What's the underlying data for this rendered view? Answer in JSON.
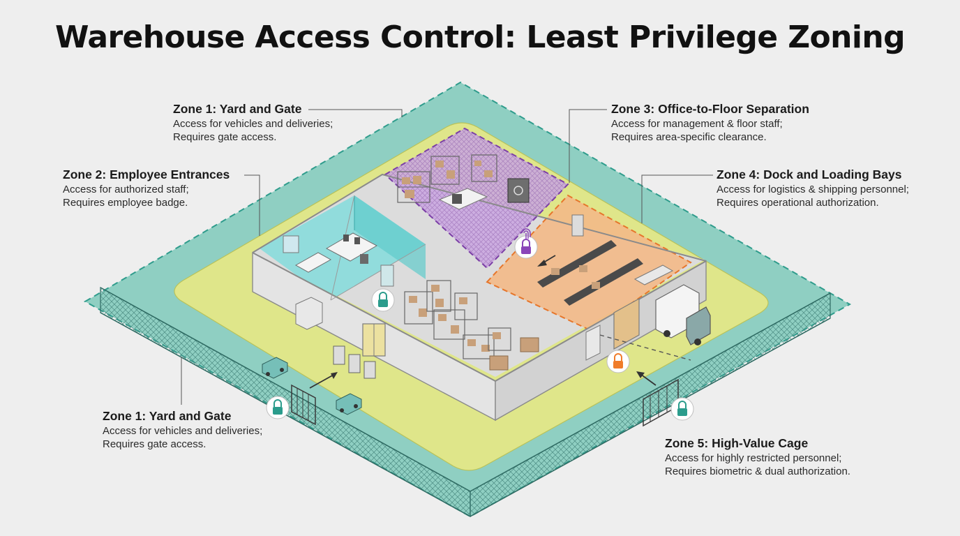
{
  "title": "Warehouse Access Control: Least Privilege Zoning",
  "colors": {
    "perimeter": "#8fcfc2",
    "perimeter_dash": "#2f9c8c",
    "yard": "#dfe68a",
    "employee_zone": "#78dcdc",
    "office_zone": "#c9a5e0",
    "office_dash": "#7b3fa6",
    "dock_zone": "#f3b987",
    "dock_dash": "#e6762b",
    "lock_teal": "#2b9c8c",
    "lock_orange": "#f07c2a",
    "lock_purple": "#8a45b8"
  },
  "zones": [
    {
      "key": "zone1_top",
      "heading": "Zone 1: Yard and Gate",
      "line1": "Access for vehicles and deliveries;",
      "line2": "Requires gate access."
    },
    {
      "key": "zone2",
      "heading": "Zone 2: Employee Entrances",
      "line1": "Access for authorized staff;",
      "line2": "Requires employee badge."
    },
    {
      "key": "zone3",
      "heading": "Zone 3: Office-to-Floor Separation",
      "line1": "Access for management & floor staff;",
      "line2": "Requires area-specific clearance."
    },
    {
      "key": "zone4",
      "heading": "Zone 4: Dock and Loading Bays",
      "line1": "Access for logistics & shipping personnel;",
      "line2": "Requires operational authorization."
    },
    {
      "key": "zone1_bottom",
      "heading": "Zone 1: Yard and Gate",
      "line1": "Access for vehicles and deliveries;",
      "line2": "Requires gate access."
    },
    {
      "key": "zone5",
      "heading": "Zone 5: High-Value Cage",
      "line1": "Access for highly restricted personnel;",
      "line2": "Requires biometric & dual authorization."
    }
  ],
  "icons": [
    "lock-icon",
    "fingerprint-icon",
    "truck-icon",
    "car-icon",
    "shelf-icon",
    "safe-icon",
    "turnstile-icon",
    "gate-icon"
  ]
}
